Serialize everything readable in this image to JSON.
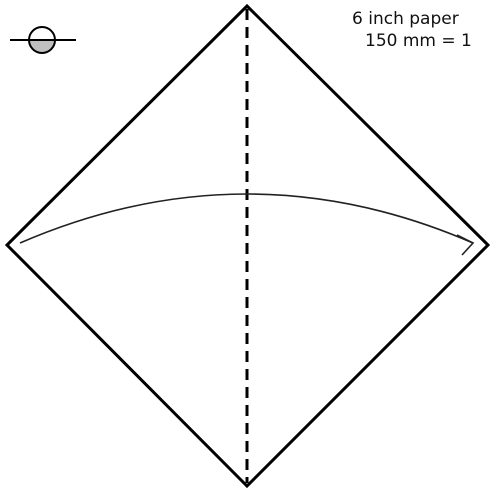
{
  "paper": {
    "size_inches": "6 inch paper",
    "size_mm": "150 mm = 1"
  },
  "symbol": {
    "icon": "paper-color-side-icon",
    "fill_color": "#c0c0c0"
  },
  "diagram": {
    "fold_line_style": "valley-fold-dashed",
    "arrow_direction": "left-to-right"
  },
  "colors": {
    "outline": "#000000",
    "arrow": "#222222",
    "paper_face": "#ffffff"
  }
}
